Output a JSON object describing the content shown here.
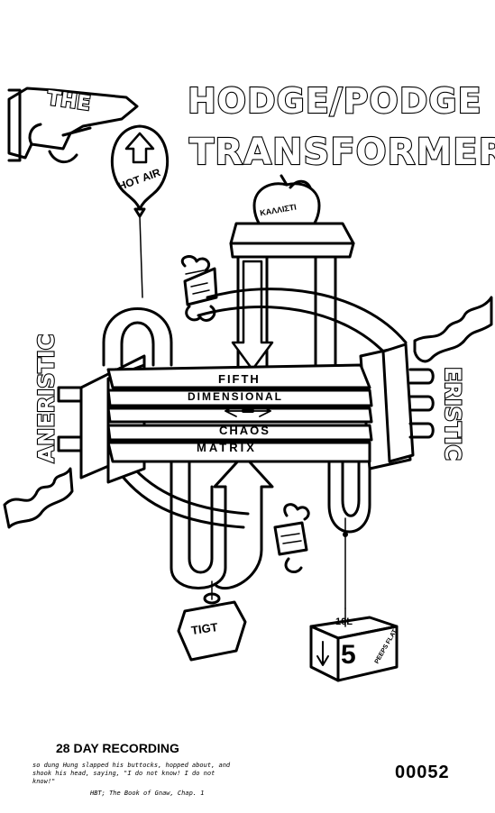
{
  "title": {
    "the": "THE",
    "line1": "HODGE/PODGE",
    "line2": "TRANSFORMER"
  },
  "balloon": {
    "label": "HOT AIR"
  },
  "apple": {
    "label": "ΚΑΛΛΙΣΤΙ"
  },
  "matrix": {
    "line1": "FIFTH",
    "line2": "DIMENSIONAL",
    "line3": "CHAOS",
    "line4": "MATRIX"
  },
  "side_labels": {
    "left": "ANERISTIC",
    "right": "ERISTIC"
  },
  "weights": {
    "left": "TIGT",
    "right_top": "10L",
    "right_number": "5",
    "right_side": "PEEPS FLAT"
  },
  "footer": {
    "recording": "28 DAY RECORDING",
    "quote": "so dung Hung slapped his buttocks, hopped about, and shook his head, saying, \"I do not know! I do not know!\"",
    "source": "HBT; The Book of Gnaw, Chap. 1",
    "number": "00052"
  }
}
